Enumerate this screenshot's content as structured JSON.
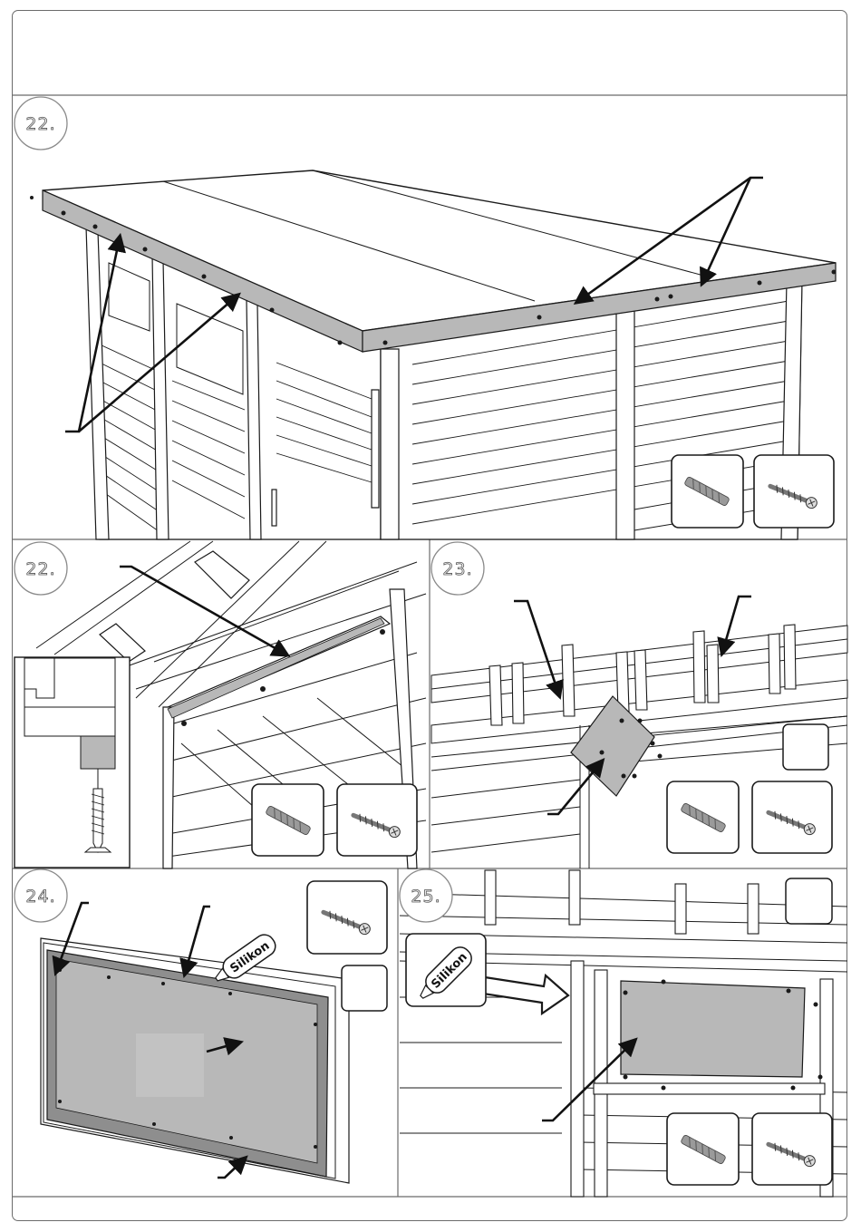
{
  "steps": [
    {
      "id": "step-22-roof",
      "number": "22."
    },
    {
      "id": "step-22-interior",
      "number": "22."
    },
    {
      "id": "step-23",
      "number": "23."
    },
    {
      "id": "step-24",
      "number": "24."
    },
    {
      "id": "step-25",
      "number": "25."
    }
  ],
  "labels": {
    "sealant_24": "Silikon",
    "sealant_25": "Silikon"
  },
  "icons": [
    "drill-bit-icon",
    "screw-icon",
    "sealant-tube-icon",
    "quantity-box-icon",
    "arrow-icon"
  ],
  "colors": {
    "line": "#1a1a1a",
    "panel_gray": "#b8b8b8",
    "light_gray": "#d9d9d9",
    "border": "#6b6b6b"
  }
}
